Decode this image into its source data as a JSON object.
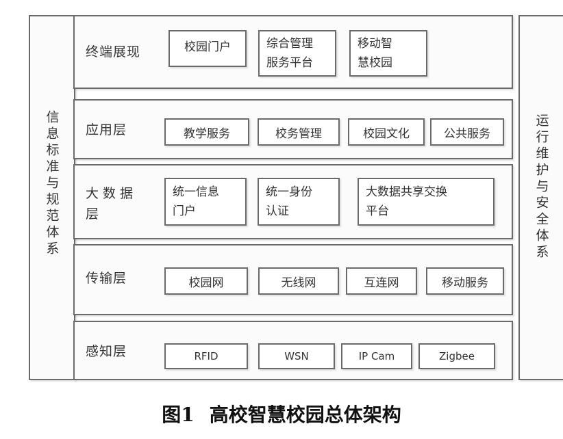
{
  "left_side": {
    "label": "信息标准与规范体系"
  },
  "right_side": {
    "label": "运行维护与安全体系"
  },
  "layers": [
    {
      "title": "终端展现",
      "items": [
        "校园门户",
        "综合管理\n服务平台",
        "移动智\n慧校园"
      ]
    },
    {
      "title": "应用层",
      "items": [
        "教学服务",
        "校务管理",
        "校园文化",
        "公共服务"
      ]
    },
    {
      "title": "大数据\n层",
      "items": [
        "统一信息\n门户",
        "统一身份\n认证",
        "大数据共享交换\n平台"
      ]
    },
    {
      "title": "传输层",
      "items": [
        "校园网",
        "无线网",
        "互连网",
        "移动服务"
      ]
    },
    {
      "title": "感知层",
      "items": [
        "RFID",
        "WSN",
        "IP Cam",
        "Zigbee"
      ]
    }
  ],
  "caption": {
    "figure": "图1",
    "title": "高校智慧校园总体架构"
  }
}
